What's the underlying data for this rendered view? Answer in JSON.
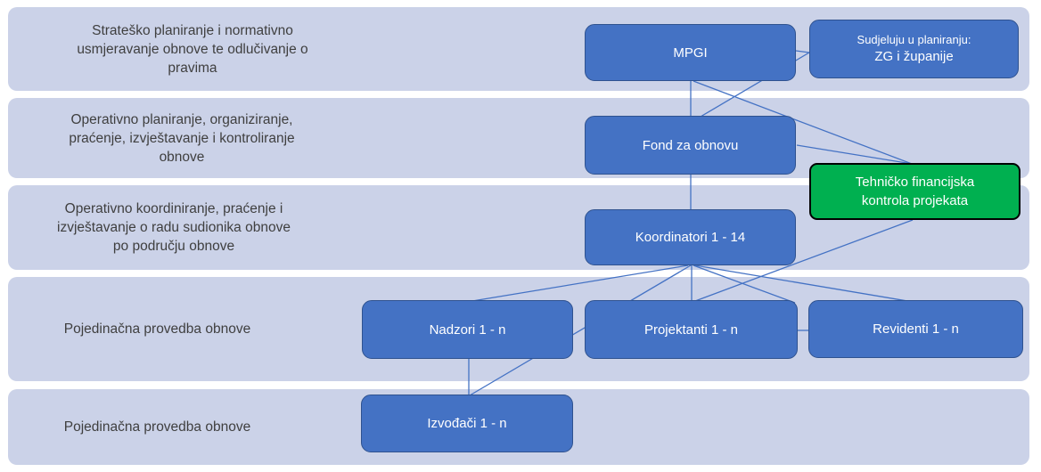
{
  "colors": {
    "band_fill": "#CBD2E8",
    "band_text": "#3F3F3F",
    "node_fill": "#4472C4",
    "node_border": "#2F528F",
    "node_text": "#FFFFFF",
    "green_fill": "#00B050",
    "green_border": "#000000",
    "connector": "#4472C4"
  },
  "bands": {
    "strategic": {
      "label": "Strateško planiranje i normativno\nusmjeravanje obnove te odlučivanje o\npravima"
    },
    "operational_planning": {
      "label": "Operativno planiranje, organiziranje,\npraćenje, izvještavanje i kontroliranje\nobnove"
    },
    "operational_coordination": {
      "label": "Operativno koordiniranje, praćenje i\nizvještavanje o radu sudionika obnove\npo području obnove"
    },
    "implementation_1": {
      "label": "Pojedinačna provedba obnove"
    },
    "implementation_2": {
      "label": "Pojedinačna provedba obnove"
    }
  },
  "nodes": {
    "mpgi": {
      "label": "MPGI"
    },
    "sudjeluju": {
      "line1": "Sudjeluju u planiranju:",
      "line2": "ZG i županije"
    },
    "fond": {
      "label": "Fond za obnovu"
    },
    "tehnicka_kontrola": {
      "label": "Tehničko financijska\nkontrola projekata"
    },
    "koordinatori": {
      "label": "Koordinatori 1 - 14"
    },
    "nadzori": {
      "label": "Nadzori 1 - n"
    },
    "projektanti": {
      "label": "Projektanti 1 - n"
    },
    "revidenti": {
      "label": "Revidenti 1 - n"
    },
    "izvodaci": {
      "label": "Izvođači 1 - n"
    }
  }
}
